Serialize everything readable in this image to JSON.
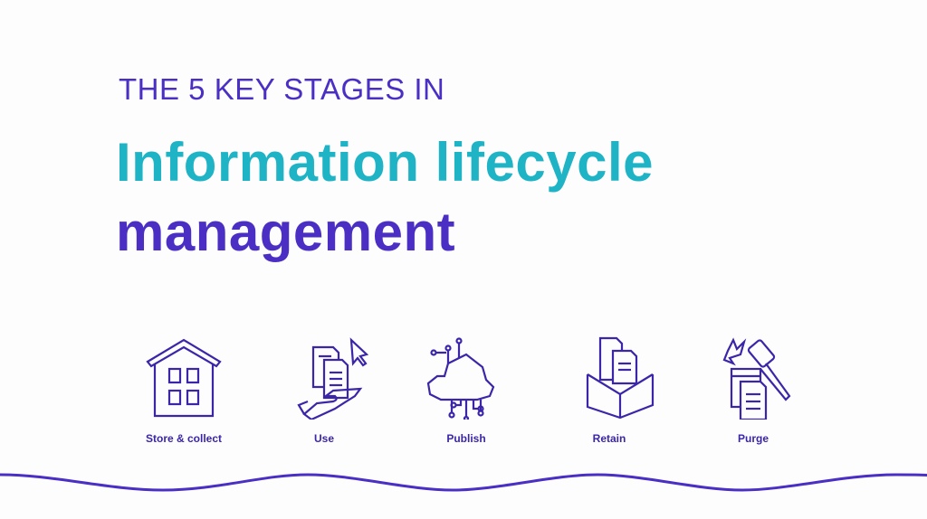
{
  "header": {
    "subtitle": "THE 5 KEY STAGES IN",
    "title_line1": "Information lifecycle",
    "title_line2": "management"
  },
  "stages": [
    {
      "label": "Store & collect",
      "icon": "house-icon"
    },
    {
      "label": "Use",
      "icon": "hand-documents-icon"
    },
    {
      "label": "Publish",
      "icon": "cloud-circuit-icon"
    },
    {
      "label": "Retain",
      "icon": "box-documents-icon"
    },
    {
      "label": "Purge",
      "icon": "gavel-documents-icon"
    }
  ],
  "colors": {
    "purple": "#4b2fc4",
    "teal": "#1fb3c6"
  }
}
